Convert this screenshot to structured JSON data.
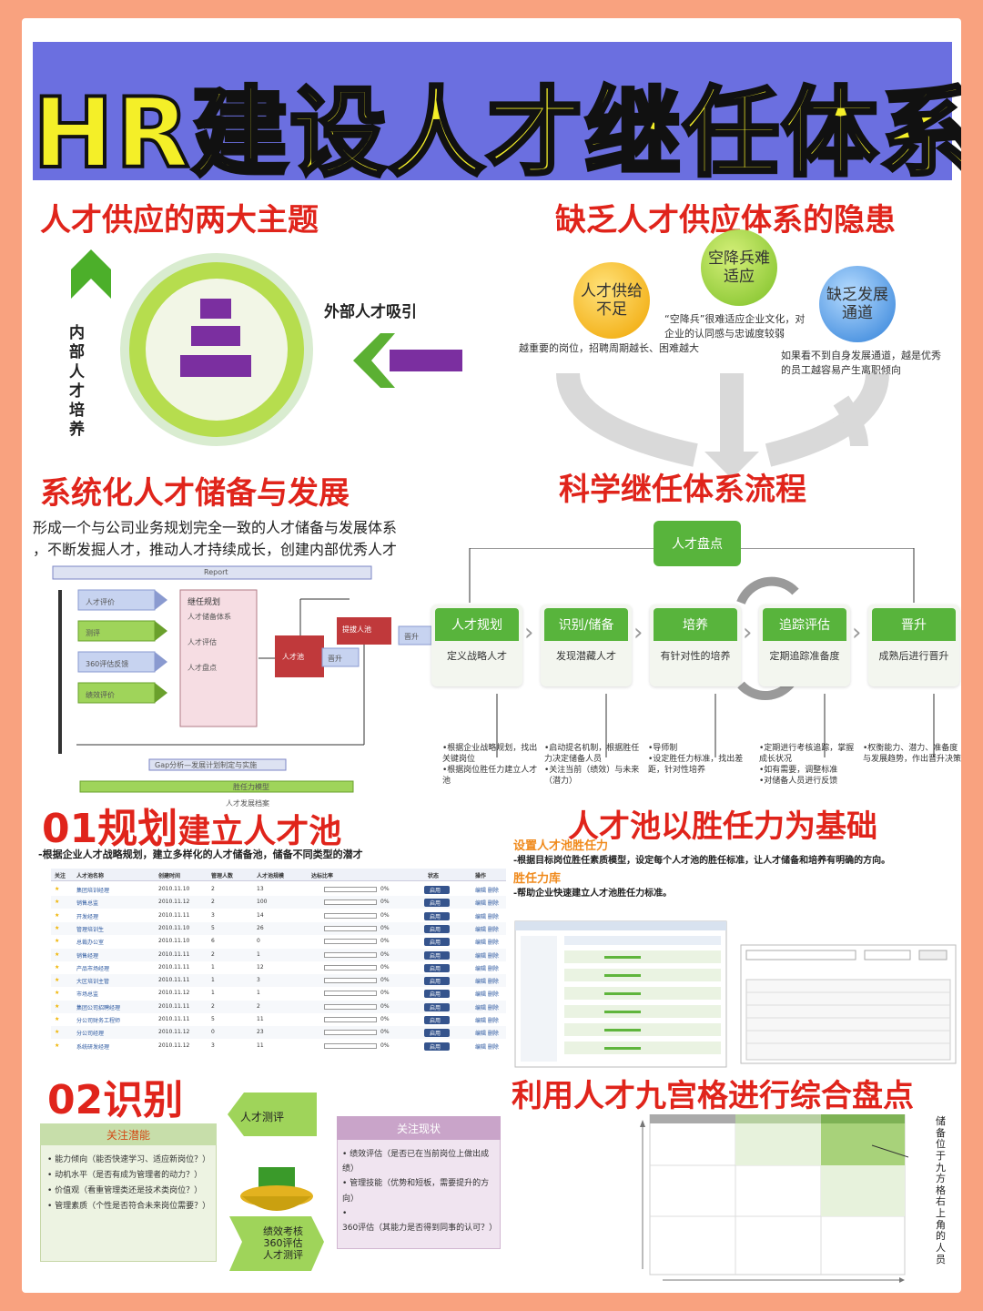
{
  "header": {
    "title": "HR建设人才继任体系"
  },
  "sec1": {
    "title": "人才供应的两大主题",
    "left_label": "内部人才培养",
    "right_label": "外部人才吸引"
  },
  "sec2": {
    "title": "缺乏人才供应体系的隐患",
    "c1": "人才供给不足",
    "c2": "空降兵难适应",
    "c3": "缺乏发展通道",
    "c1_note": "越重要的岗位，招聘周期越长、困难越大",
    "c2_note": "“空降兵”很难适应企业文化，对企业的认同感与忠诚度较弱",
    "c3_note": "如果看不到自身发展通道，越是优秀的员工越容易产生离职倾向"
  },
  "sec3": {
    "title": "系统化人才储备与发展",
    "desc1": "形成一个与公司业务规划完全一致的人才储备与发展体系",
    "desc2": "，不断发掘人才，推动人才持续成长，创建内部优秀人才",
    "report": "Report",
    "in_items": [
      "人才评价",
      "测评",
      "360评估反馈",
      "绩效评价"
    ],
    "plan_title": "继任规划",
    "plan_items": [
      "人才储备体系",
      "人才评估",
      "人才盘点"
    ],
    "pool": "人才池",
    "promo_pool": "提拔人池",
    "promote": "晋升",
    "up": "晋升",
    "gap": "Gap分析—发展计划制定与实施",
    "model": "胜任力模型",
    "archive": "人才发展档案"
  },
  "sec4": {
    "title": "科学继任体系流程",
    "top": "人才盘点",
    "steps": [
      {
        "label": "人才规划",
        "sub": "定义战略人才",
        "note": "•根据企业战略规划，找出关键岗位\n•根据岗位胜任力建立人才池"
      },
      {
        "label": "识别/储备",
        "sub": "发现潜藏人才",
        "note": "•启动提名机制，根据胜任力决定储备人员\n•关注当前（绩效）与未来（潜力）"
      },
      {
        "label": "培养",
        "sub": "有针对性的培养",
        "note": "•导师制\n•设定胜任力标准，找出差距，针对性培养"
      },
      {
        "label": "追踪评估",
        "sub": "定期追踪准备度",
        "note": "•定期进行考核追踪，掌握成长状况\n•如有需要，调整标准\n•对储备人员进行反馈"
      },
      {
        "label": "晋升",
        "sub": "成熟后进行晋升",
        "note": "•权衡能力、潜力、准备度与发展趋势，作出晋升决策"
      }
    ]
  },
  "sec5": {
    "title_num": "01规划",
    "title_rest": "建立人才池",
    "desc": "-根据企业人才战略规划，建立多样化的人才储备池，储备不同类型的潜才",
    "headers": [
      "关注",
      "人才池名称",
      "创建时间",
      "管理人数",
      "人才池规模",
      "达标比率",
      "状态",
      "操作"
    ],
    "rows": [
      [
        "集团培训经理",
        "2010.11.10",
        "2",
        "13",
        "0%"
      ],
      [
        "销售总监",
        "2010.11.12",
        "2",
        "100",
        "0%"
      ],
      [
        "开发经理",
        "2010.11.11",
        "3",
        "14",
        "0%"
      ],
      [
        "管理培训生",
        "2010.11.10",
        "5",
        "26",
        "0%"
      ],
      [
        "总裁办公室",
        "2010.11.10",
        "6",
        "0",
        "0%"
      ],
      [
        "销售经理",
        "2010.11.11",
        "2",
        "1",
        "0%"
      ],
      [
        "产品市场经理",
        "2010.11.11",
        "1",
        "12",
        "0%"
      ],
      [
        "大区培训主管",
        "2010.11.11",
        "1",
        "3",
        "0%"
      ],
      [
        "市场总监",
        "2010.11.12",
        "1",
        "1",
        "0%"
      ],
      [
        "集团公司招聘经理",
        "2010.11.11",
        "2",
        "2",
        "0%"
      ],
      [
        "分公司财务工程师",
        "2010.11.11",
        "5",
        "11",
        "0%"
      ],
      [
        "分公司经理",
        "2010.11.12",
        "0",
        "23",
        "0%"
      ],
      [
        "系统研发经理",
        "2010.11.12",
        "3",
        "11",
        "0%"
      ]
    ],
    "status": "启用",
    "ops": "编辑 删除"
  },
  "sec6": {
    "title": "人才池以胜任力为基础",
    "sub1": "设置人才池胜任力",
    "desc1": "-根据目标岗位胜任素质模型，设定每个人才池的胜任标准，让人才储备和培养有明确的方向。",
    "sub2": "胜任力库",
    "desc2": "-帮助企业快速建立人才池胜任力标准。"
  },
  "sec7": {
    "title": "02识别",
    "left_head": "关注潜能",
    "left_items": [
      "能力倾向（能否快速学习、适应新岗位？）",
      "动机水平（是否有成为管理者的动力？）",
      "价值观（看重管理类还是技术类岗位？）",
      "管理素质（个性是否符合未来岗位需要？）"
    ],
    "top_arrow": "人才测评",
    "bottom_arrow": "绩效考核\n360评估\n人才测评",
    "right_head": "关注现状",
    "right_items": [
      "绩效评估（是否已在当前岗位上做出成绩）",
      "管理技能（优势和短板，需要提升的方向）",
      "360评估（其能力是否得到同事的认可？）"
    ]
  },
  "sec8": {
    "title": "利用人才九宫格进行综合盘点",
    "side_note": "储备位于九方格右上角的人员"
  },
  "colors": {
    "title_yellow": "#f4ef28",
    "band_blue": "#6b6fe0",
    "red": "#e0241b",
    "green": "#58b43c",
    "frame": "#f9a27f"
  }
}
